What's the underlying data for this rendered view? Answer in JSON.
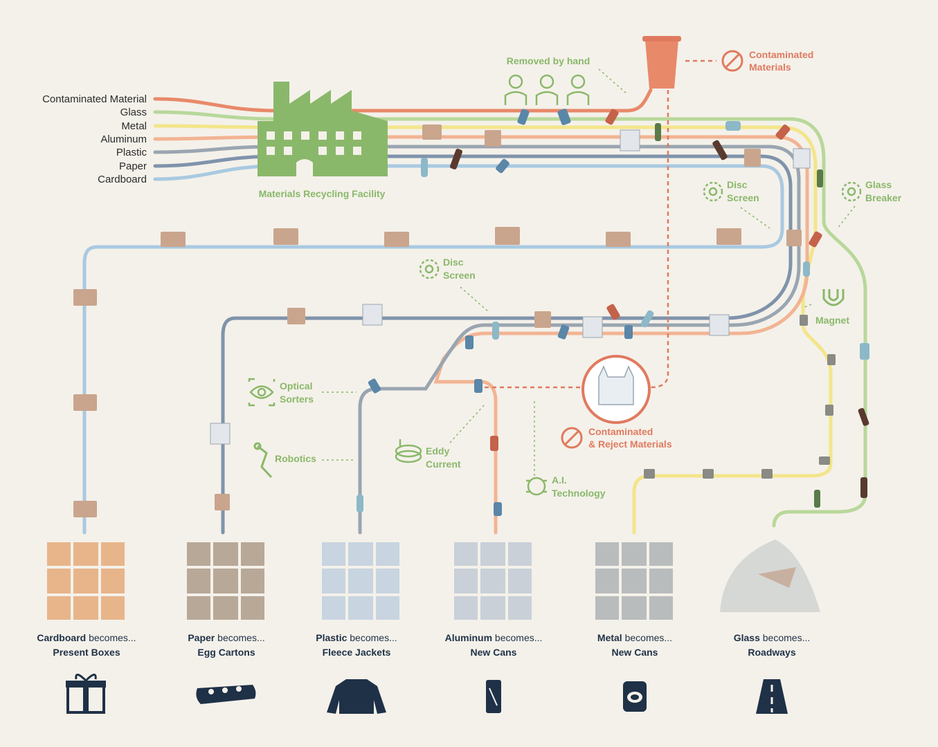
{
  "streams": [
    {
      "label": "Contaminated Material",
      "color": "#e8896a"
    },
    {
      "label": "Glass",
      "color": "#b8d89a"
    },
    {
      "label": "Metal",
      "color": "#f3e58a"
    },
    {
      "label": "Aluminum",
      "color": "#f2b493"
    },
    {
      "label": "Plastic",
      "color": "#9aa5b1"
    },
    {
      "label": "Paper",
      "color": "#7f93ab"
    },
    {
      "label": "Cardboard",
      "color": "#a9c9e0"
    }
  ],
  "facility_label": "Materials Recycling Facility",
  "removed_by_hand": "Removed by hand",
  "contaminated_top": {
    "line1": "Contaminated",
    "line2": "Materials"
  },
  "contaminated_reject": {
    "line1": "Contaminated",
    "line2": "& Reject Materials"
  },
  "processes": {
    "disc_screen_right": {
      "line1": "Disc",
      "line2": "Screen"
    },
    "glass_breaker": {
      "line1": "Glass",
      "line2": "Breaker"
    },
    "disc_screen_mid": {
      "line1": "Disc",
      "line2": "Screen"
    },
    "magnet": "Magnet",
    "optical_sorters": {
      "line1": "Optical",
      "line2": "Sorters"
    },
    "robotics": "Robotics",
    "eddy_current": {
      "line1": "Eddy",
      "line2": "Current"
    },
    "ai_technology": {
      "line1": "A.I.",
      "line2": "Technology"
    }
  },
  "outcomes": [
    {
      "material": "Cardboard",
      "becomes": " becomes...",
      "result": "Present Boxes",
      "icon": "gift-icon"
    },
    {
      "material": "Paper",
      "becomes": " becomes...",
      "result": "Egg Cartons",
      "icon": "egg-carton-icon"
    },
    {
      "material": "Plastic",
      "becomes": " becomes...",
      "result": "Fleece Jackets",
      "icon": "jacket-icon"
    },
    {
      "material": "Aluminum",
      "becomes": " becomes...",
      "result": "New Cans",
      "icon": "soda-can-icon"
    },
    {
      "material": "Metal",
      "becomes": " becomes...",
      "result": "New Cans",
      "icon": "tin-can-icon"
    },
    {
      "material": "Glass",
      "becomes": " becomes...",
      "result": "Roadways",
      "icon": "road-icon"
    }
  ],
  "colors": {
    "green_accent": "#8ab86a",
    "red_accent": "#e07a5f",
    "navy": "#1f3147",
    "background": "#f4f1ea"
  }
}
